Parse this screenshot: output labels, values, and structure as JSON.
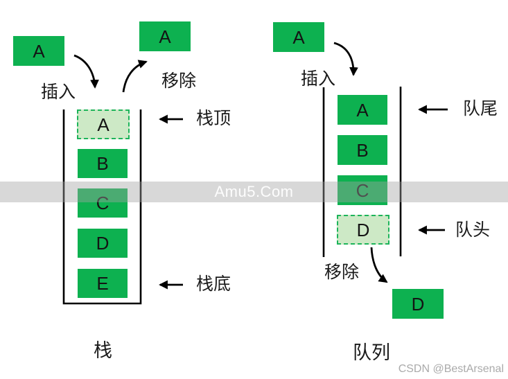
{
  "colors": {
    "box_green": "#0db150",
    "box_light_green": "#cde9c6",
    "dashed_border_green": "#1db45a",
    "line_black": "#000000",
    "watermark_band": "#d9d9d9",
    "watermark_text": "#ffffff",
    "csdn_watermark_gray": "#aaaaaa"
  },
  "stack": {
    "insert_label": "插入",
    "remove_label": "移除",
    "incoming_item": "A",
    "removed_item": "A",
    "top_label": "栈顶",
    "bottom_label": "栈底",
    "caption": "栈",
    "items": [
      {
        "label": "A",
        "highlight": true
      },
      {
        "label": "B",
        "highlight": false
      },
      {
        "label": "C",
        "highlight": false
      },
      {
        "label": "D",
        "highlight": false
      },
      {
        "label": "E",
        "highlight": false
      }
    ]
  },
  "queue": {
    "insert_label": "插入",
    "remove_label": "移除",
    "incoming_item": "A",
    "removed_item": "D",
    "tail_label": "队尾",
    "head_label": "队头",
    "caption": "队列",
    "items": [
      {
        "label": "A",
        "highlight": false
      },
      {
        "label": "B",
        "highlight": false
      },
      {
        "label": "C",
        "highlight": false
      },
      {
        "label": "D",
        "highlight": true
      }
    ]
  },
  "watermarks": {
    "center": "Amu5.Com",
    "bottom_right": "CSDN @BestArsenal"
  }
}
